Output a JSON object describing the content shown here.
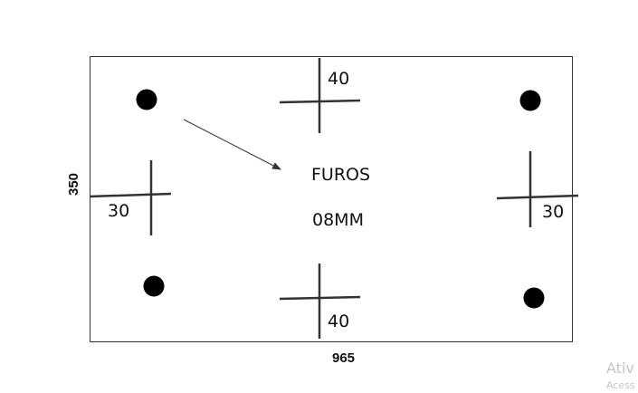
{
  "drawing": {
    "width_label": "965",
    "height_label": "350",
    "note_line1": "FUROS",
    "note_line2": "08MM",
    "top_spacing": "40",
    "bottom_spacing": "40",
    "left_spacing": "30",
    "right_spacing": "30"
  },
  "watermark": {
    "line1": "Ativ",
    "line2": "Acess"
  },
  "colors": {
    "ink": "#111111",
    "line": "#333333",
    "watermark": "#c4c4c4"
  }
}
